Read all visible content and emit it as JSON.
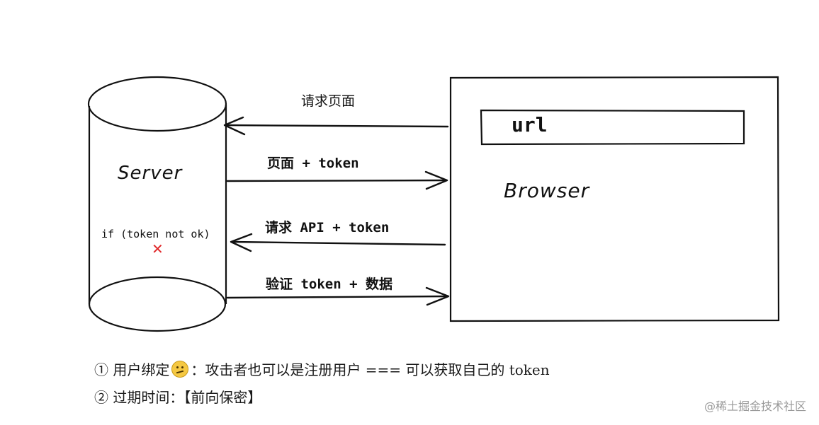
{
  "server": {
    "label": "Server",
    "condition": "if (token not ok)",
    "fail_mark": "✕"
  },
  "browser": {
    "url_label": "url",
    "label": "Browser"
  },
  "arrows": [
    {
      "label": "请求页面",
      "direction": "left"
    },
    {
      "label": "页面 + token",
      "direction": "right"
    },
    {
      "label": "请求 API + token",
      "direction": "left"
    },
    {
      "label": "验证 token + 数据",
      "direction": "right"
    }
  ],
  "notes": [
    {
      "marker": "①",
      "before": "用户绑定",
      "icon": "thinking-face-emoji",
      "after": "：攻击者也可以是注册用户 === 可以获取自己的 token"
    },
    {
      "marker": "②",
      "text": "过期时间：【前向保密】"
    }
  ],
  "watermark": "@稀土掘金技术社区",
  "colors": {
    "stroke": "#111111",
    "fail": "#e0282a"
  }
}
